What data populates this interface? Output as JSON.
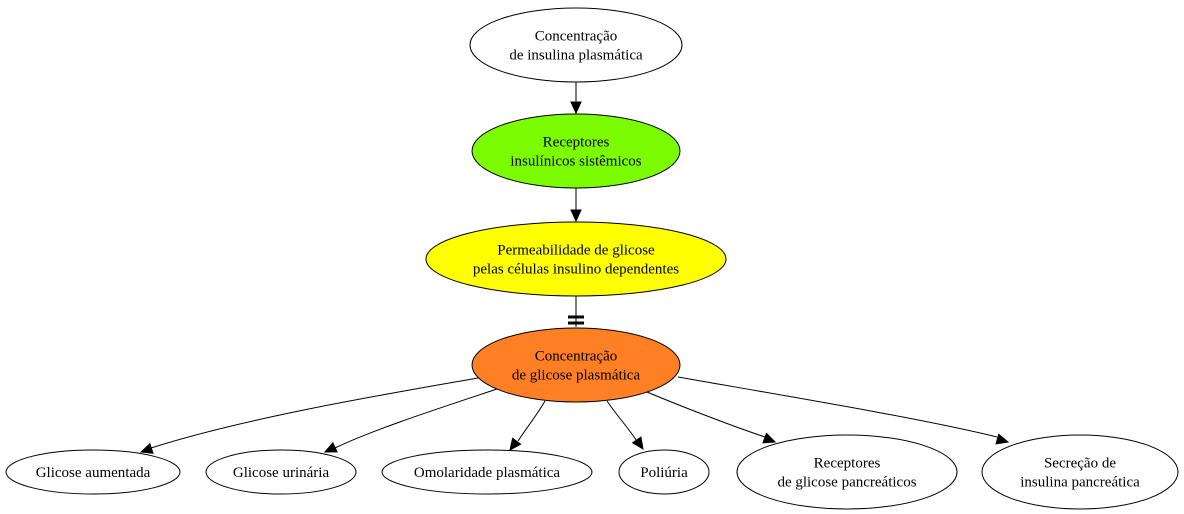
{
  "nodes": {
    "insulina_plasmatica": {
      "lines": [
        "Concentração",
        "de insulina plasmática"
      ],
      "fill": "#ffffff"
    },
    "receptores_sistemicos": {
      "lines": [
        "Receptores",
        "insulínicos sistêmicos"
      ],
      "fill": "#7cfc00"
    },
    "permeabilidade": {
      "lines": [
        "Permeabilidade de glicose",
        "pelas células insulino dependentes"
      ],
      "fill": "#ffff00"
    },
    "glicose_plasmatica": {
      "lines": [
        "Concentração",
        "de glicose plasmática"
      ],
      "fill": "#ff7f24"
    },
    "glicose_aumentada": {
      "lines": [
        "Glicose aumentada"
      ],
      "fill": "#ffffff"
    },
    "glicose_urinaria": {
      "lines": [
        "Glicose urinária"
      ],
      "fill": "#ffffff"
    },
    "omolaridade": {
      "lines": [
        "Omolaridade plasmática"
      ],
      "fill": "#ffffff"
    },
    "poliuria": {
      "lines": [
        "Poliúria"
      ],
      "fill": "#ffffff"
    },
    "receptores_pancreaticos": {
      "lines": [
        "Receptores",
        "de glicose pancreáticos"
      ],
      "fill": "#ffffff"
    },
    "secrecao_insulina": {
      "lines": [
        "Secreção de",
        "insulina pancreática"
      ],
      "fill": "#ffffff"
    }
  },
  "edges": [
    {
      "from": "insulina_plasmatica",
      "to": "receptores_sistemicos",
      "type": "arrow"
    },
    {
      "from": "receptores_sistemicos",
      "to": "permeabilidade",
      "type": "arrow"
    },
    {
      "from": "permeabilidade",
      "to": "glicose_plasmatica",
      "type": "inhibit"
    },
    {
      "from": "glicose_plasmatica",
      "to": "glicose_aumentada",
      "type": "arrow"
    },
    {
      "from": "glicose_plasmatica",
      "to": "glicose_urinaria",
      "type": "arrow"
    },
    {
      "from": "glicose_plasmatica",
      "to": "omolaridade",
      "type": "arrow"
    },
    {
      "from": "glicose_plasmatica",
      "to": "poliuria",
      "type": "arrow"
    },
    {
      "from": "glicose_plasmatica",
      "to": "receptores_pancreaticos",
      "type": "arrow"
    },
    {
      "from": "glicose_plasmatica",
      "to": "secrecao_insulina",
      "type": "arrow"
    }
  ]
}
